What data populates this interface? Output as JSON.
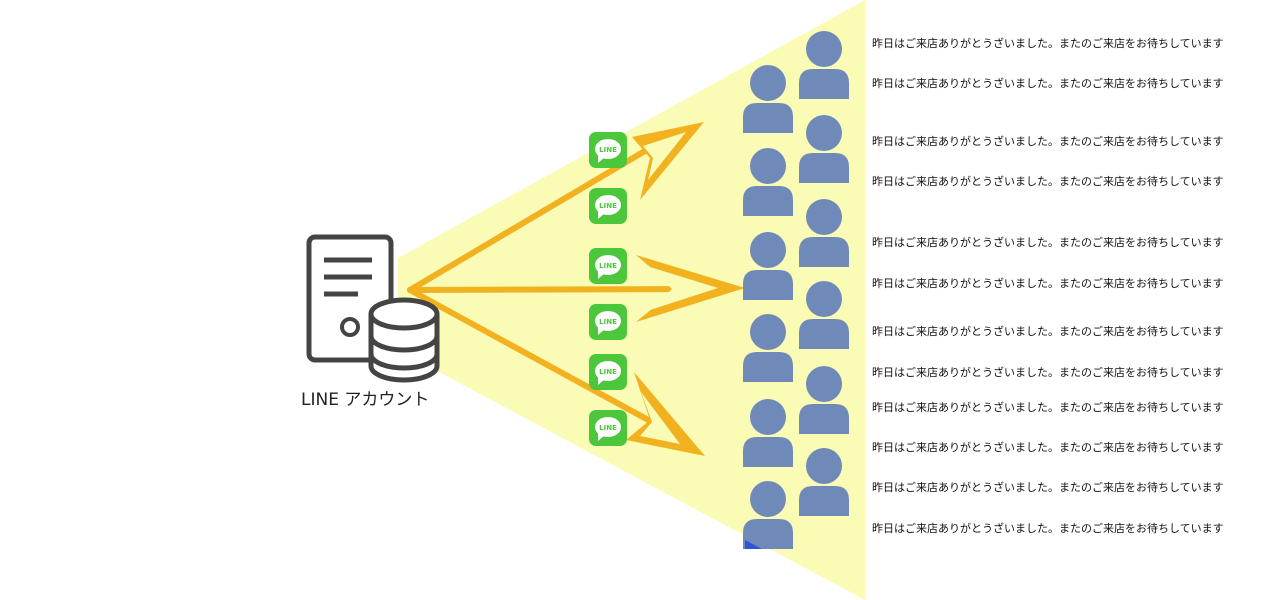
{
  "colors": {
    "beam": "#fafbb5",
    "arrow": "#f2b11f",
    "person": "#6f89b8",
    "line_badge": "#4cc63a",
    "icon_stroke": "#444444",
    "corner_accent": "#2f55d4"
  },
  "account": {
    "label": "LINE アカウント",
    "icon": "server-database-icon"
  },
  "line_badges": {
    "icon": "line-chat-icon",
    "label": "LINE",
    "count": 6
  },
  "recipients": {
    "icon": "person-icon",
    "count": 12
  },
  "messages": [
    "昨日はご来店ありがとうざいました。またのご来店をお待ちしています",
    "昨日はご来店ありがとうざいました。またのご来店をお待ちしています",
    "昨日はご来店ありがとうざいました。またのご来店をお待ちしています",
    "昨日はご来店ありがとうざいました。またのご来店をお待ちしています",
    "昨日はご来店ありがとうざいました。またのご来店をお待ちしています",
    "昨日はご来店ありがとうざいました。またのご来店をお待ちしています",
    "昨日はご来店ありがとうざいました。またのご来店をお待ちしています",
    "昨日はご来店ありがとうざいました。またのご来店をお待ちしています",
    "昨日はご来店ありがとうざいました。またのご来店をお待ちしています",
    "昨日はご来店ありがとうざいました。またのご来店をお待ちしています",
    "昨日はご来店ありがとうざいました。またのご来店をお待ちしています",
    "昨日はご来店ありがとうざいました。またのご来店をお待ちしています"
  ]
}
